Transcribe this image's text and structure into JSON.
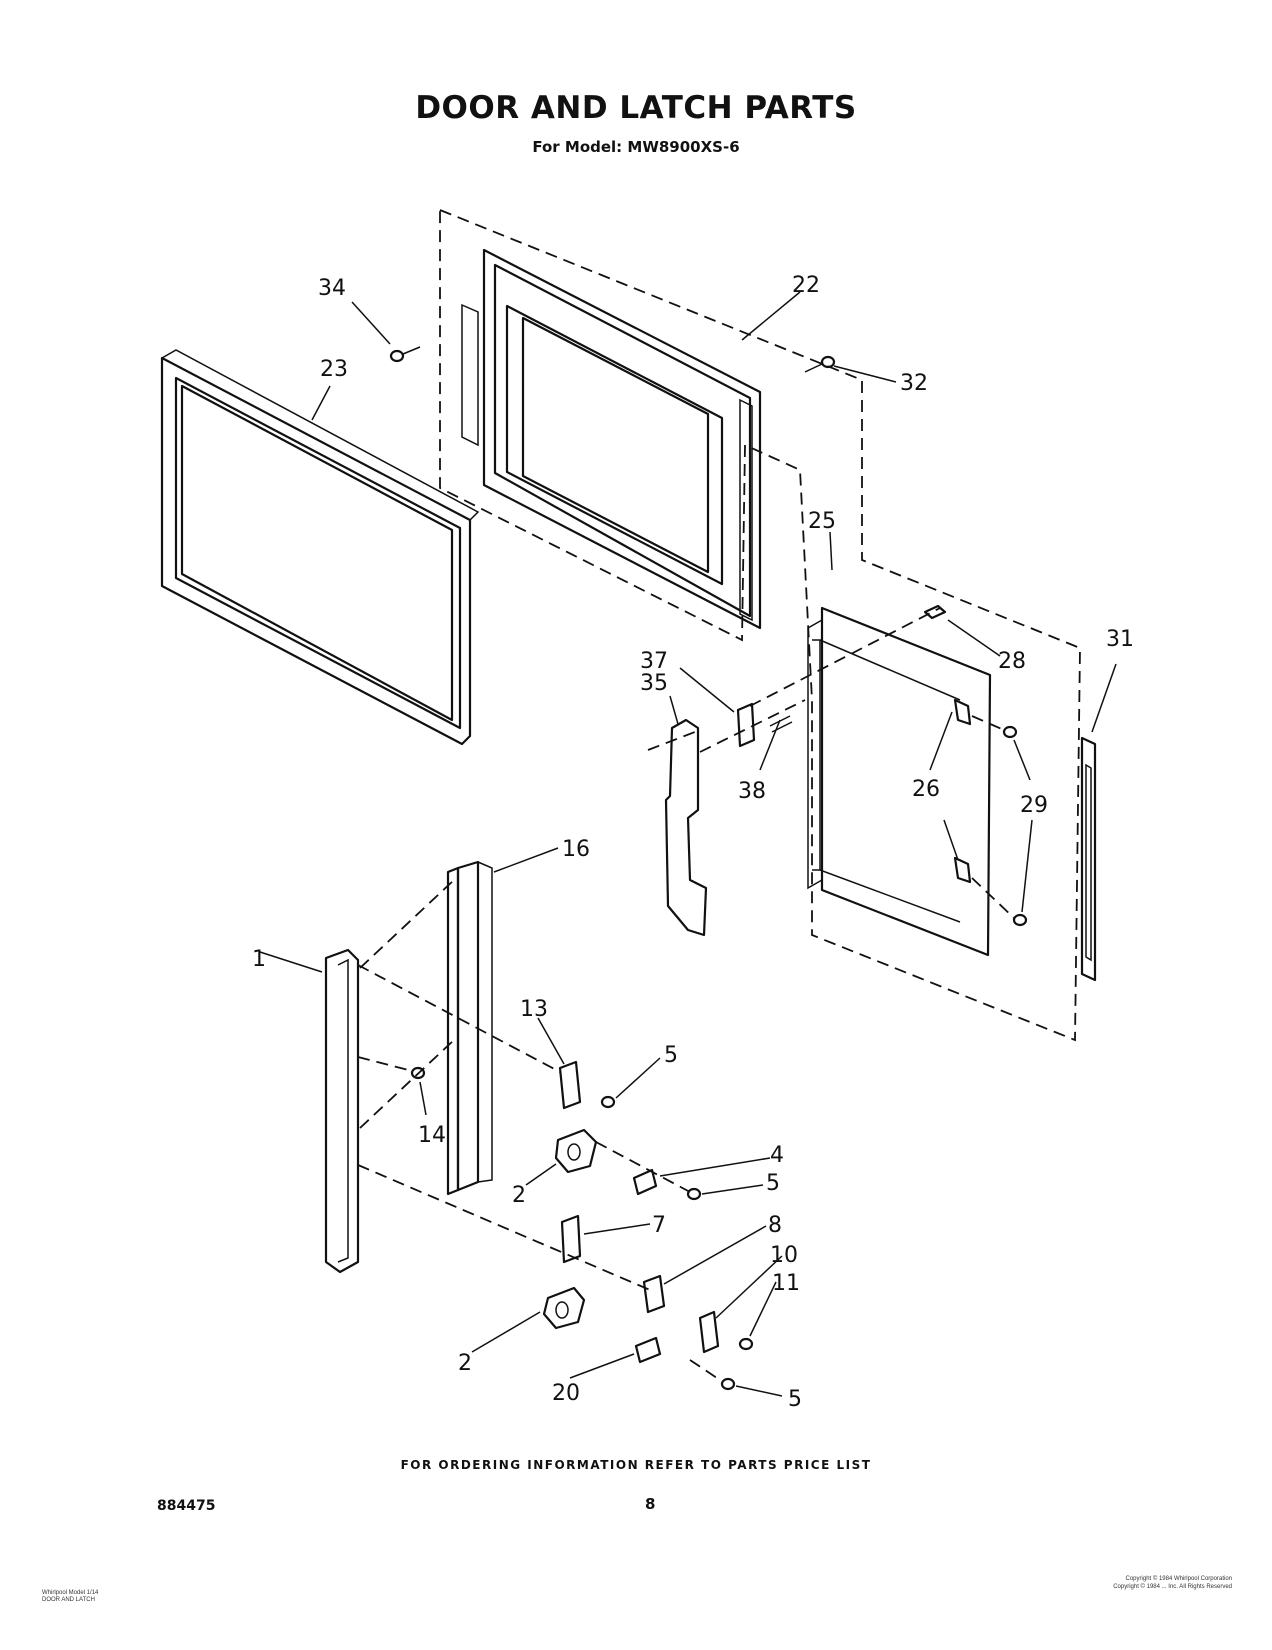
{
  "header": {
    "title": "DOOR AND LATCH PARTS",
    "subtitle": "For Model: MW8900XS-6"
  },
  "diagram": {
    "callouts": [
      "34",
      "22",
      "23",
      "32",
      "25",
      "28",
      "31",
      "37",
      "35",
      "38",
      "26",
      "29",
      "16",
      "1",
      "13",
      "5",
      "14",
      "4",
      "5",
      "2",
      "7",
      "8",
      "10",
      "11",
      "2",
      "20",
      "5"
    ]
  },
  "footer": {
    "ordering_note": "FOR ORDERING INFORMATION REFER TO PARTS PRICE LIST",
    "document_number": "884475",
    "page_number": "8",
    "left_small_text": [
      "Whirlpool Model 1/14",
      "DOOR AND LATCH"
    ],
    "right_small_text": [
      "Copyright © 1984 Whirlpool Corporation",
      "Copyright © 1984 ... Inc. All Rights Reserved"
    ]
  }
}
